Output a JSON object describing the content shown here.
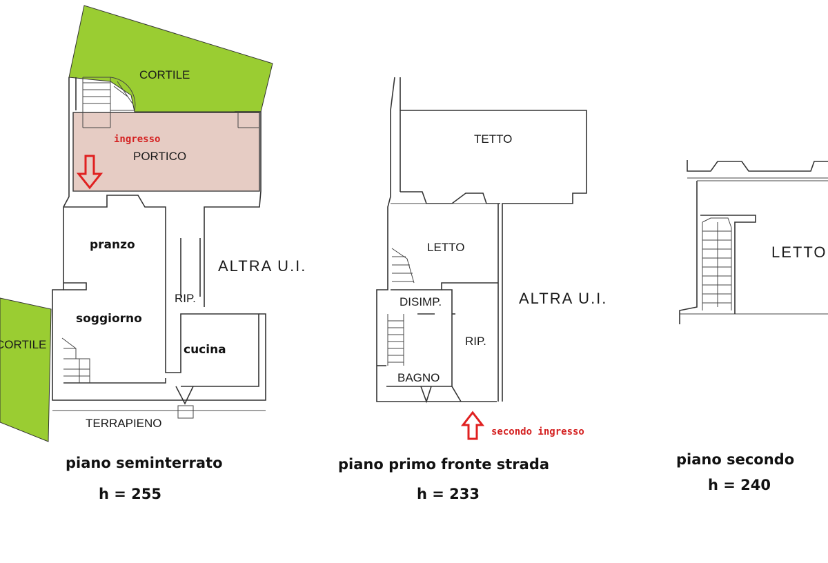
{
  "colors": {
    "green_area": "#9acd32",
    "portico_fill": "#e6ccc4",
    "arrow_red": "#e02020",
    "text_red": "#d42020"
  },
  "plan_basement": {
    "cortile_top": "CORTILE",
    "cortile_left": "CORTILE",
    "ingresso": "ingresso",
    "portico": "PORTICO",
    "pranzo": "pranzo",
    "soggiorno": "soggiorno",
    "rip": "RIP.",
    "cucina": "cucina",
    "terrapieno": "TERRAPIENO",
    "altra_ui": "ALTRA U.I.",
    "caption": "piano seminterrato",
    "height": "h = 255"
  },
  "plan_first": {
    "tetto": "TETTO",
    "letto": "LETTO",
    "disimp": "DISIMP.",
    "rip": "RIP.",
    "bagno": "BAGNO",
    "altra_ui": "ALTRA U.I.",
    "secondo_ingresso": "secondo ingresso",
    "caption": "piano primo fronte strada",
    "height": "h = 233"
  },
  "plan_second": {
    "letto": "LETTO",
    "caption": "piano secondo",
    "height": "h = 240"
  }
}
